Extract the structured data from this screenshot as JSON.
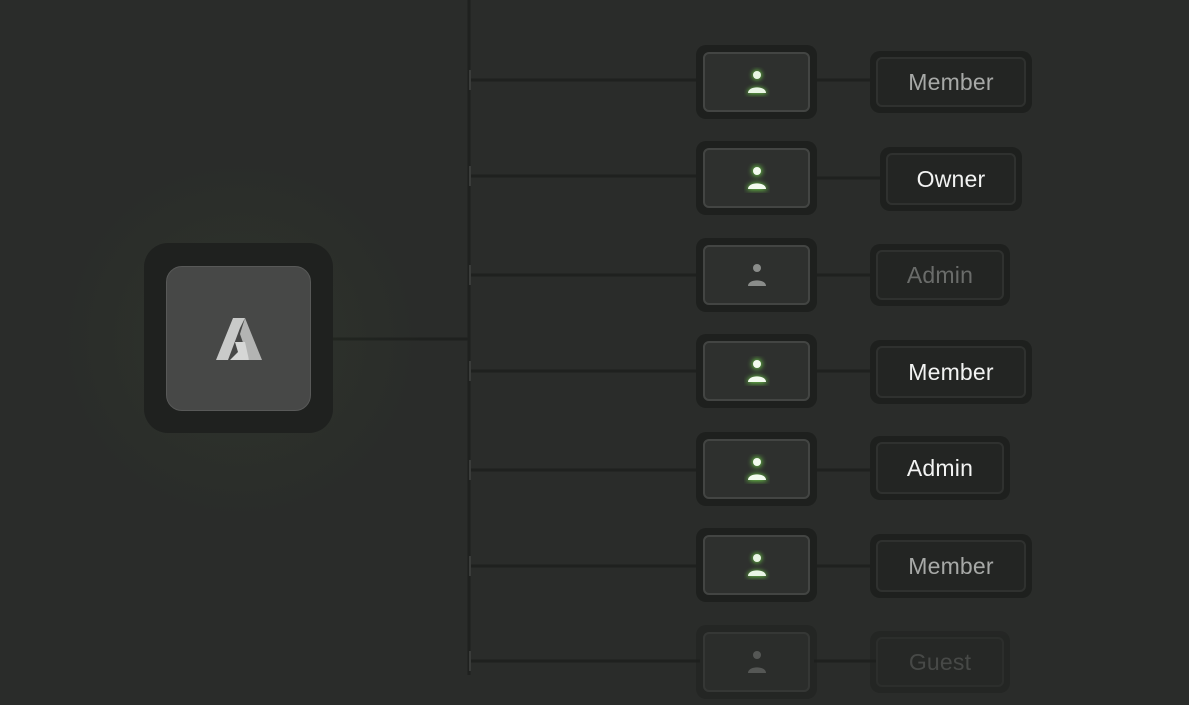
{
  "org": {
    "icon": "organization-logo-icon"
  },
  "members": [
    {
      "role": "Member",
      "icon": "user-icon",
      "status": "active"
    },
    {
      "role": "Owner",
      "icon": "user-icon",
      "status": "active"
    },
    {
      "role": "Admin",
      "icon": "user-icon",
      "status": "inactive"
    },
    {
      "role": "Member",
      "icon": "user-icon",
      "status": "active"
    },
    {
      "role": "Admin",
      "icon": "user-icon",
      "status": "active"
    },
    {
      "role": "Member",
      "icon": "user-icon",
      "status": "active"
    },
    {
      "role": "Guest",
      "icon": "user-icon",
      "status": "inactive"
    }
  ],
  "colors": {
    "background": "#2a2c2a",
    "accent_active": "#7ee05a",
    "icon_inactive": "#8a8c8a"
  }
}
